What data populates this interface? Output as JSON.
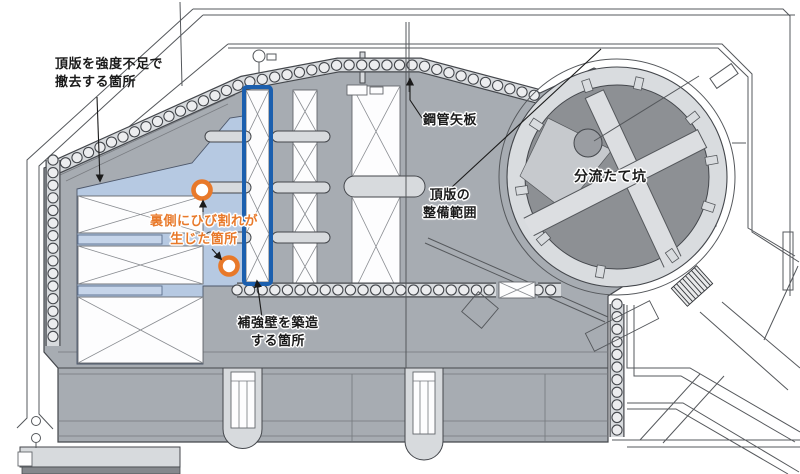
{
  "labels": {
    "top_slab_removal": {
      "line1": "頂版を強度不足で",
      "line2": "撤去する箇所"
    },
    "crack_location": {
      "line1": "裏側にひび割れが",
      "line2": "生じた箇所"
    },
    "reinforcement_wall": {
      "line1": "補強壁を築造",
      "line2": "する箇所"
    },
    "steel_pipe_sheet_pile": {
      "text": "鋼管矢板"
    },
    "top_slab_maintenance_area": {
      "line1": "頂版の",
      "line2": "整備範囲"
    },
    "diversion_shaft": {
      "text": "分流たて坑"
    }
  },
  "colors": {
    "concrete_gray": "#a7acb2",
    "removal_area_blue": "#b6c9e2",
    "reinforcement_outline_blue": "#1b5fae",
    "crack_marker_orange": "#e8792a",
    "shaft_ring_gray": "#d9dcdf",
    "shaft_inner_gray": "#8d9094",
    "band_light_gray": "#d7dadd",
    "line_dark": "#44474c"
  }
}
